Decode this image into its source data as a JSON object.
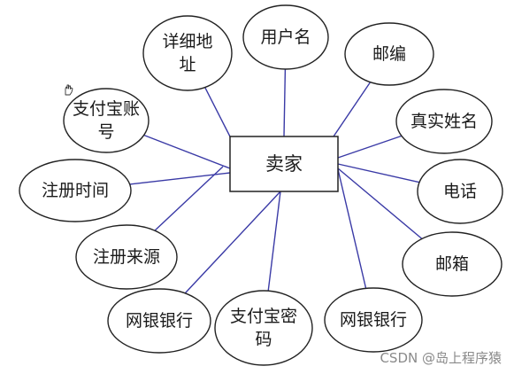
{
  "entity": {
    "label": "卖家"
  },
  "attributes": [
    {
      "id": "address",
      "lines": [
        "详细地",
        "址"
      ]
    },
    {
      "id": "username",
      "lines": [
        "用户名"
      ]
    },
    {
      "id": "postcode",
      "lines": [
        "邮编"
      ]
    },
    {
      "id": "alipay-account",
      "lines": [
        "支付宝账",
        "号"
      ]
    },
    {
      "id": "real-name",
      "lines": [
        "真实姓名"
      ]
    },
    {
      "id": "register-time",
      "lines": [
        "注册时间"
      ]
    },
    {
      "id": "phone",
      "lines": [
        "电话"
      ]
    },
    {
      "id": "register-source",
      "lines": [
        "注册来源"
      ]
    },
    {
      "id": "email",
      "lines": [
        "邮箱"
      ]
    },
    {
      "id": "bank-left",
      "lines": [
        "网银银行"
      ]
    },
    {
      "id": "alipay-password",
      "lines": [
        "支付宝密",
        "码"
      ]
    },
    {
      "id": "bank-right",
      "lines": [
        "网银银行"
      ]
    }
  ],
  "watermark": "CSDN @岛上程序猿",
  "colors": {
    "edge": "#3a3aa6",
    "stroke": "#222222",
    "background": "#ffffff"
  },
  "icons": {
    "cursor": "hand-pointer-icon"
  }
}
